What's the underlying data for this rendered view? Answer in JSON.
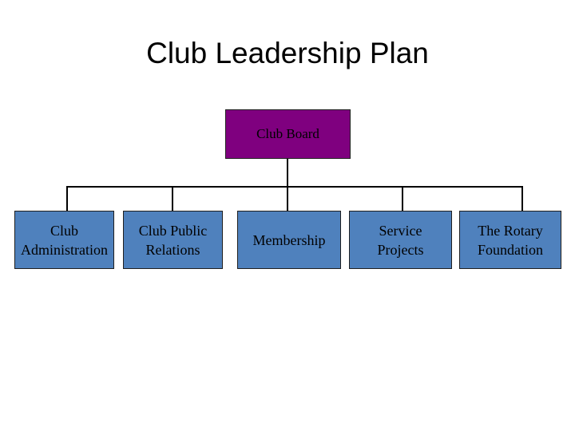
{
  "title": "Club Leadership Plan",
  "colors": {
    "root_fill": "#7f007f",
    "child_fill": "#4f81bd",
    "connector": "#000000"
  },
  "board": {
    "label": "Club Board"
  },
  "committees": [
    {
      "label": "Club Administration"
    },
    {
      "label": "Club Public Relations"
    },
    {
      "label": "Membership"
    },
    {
      "label": "Service Projects"
    },
    {
      "label": "The Rotary Foundation"
    }
  ]
}
